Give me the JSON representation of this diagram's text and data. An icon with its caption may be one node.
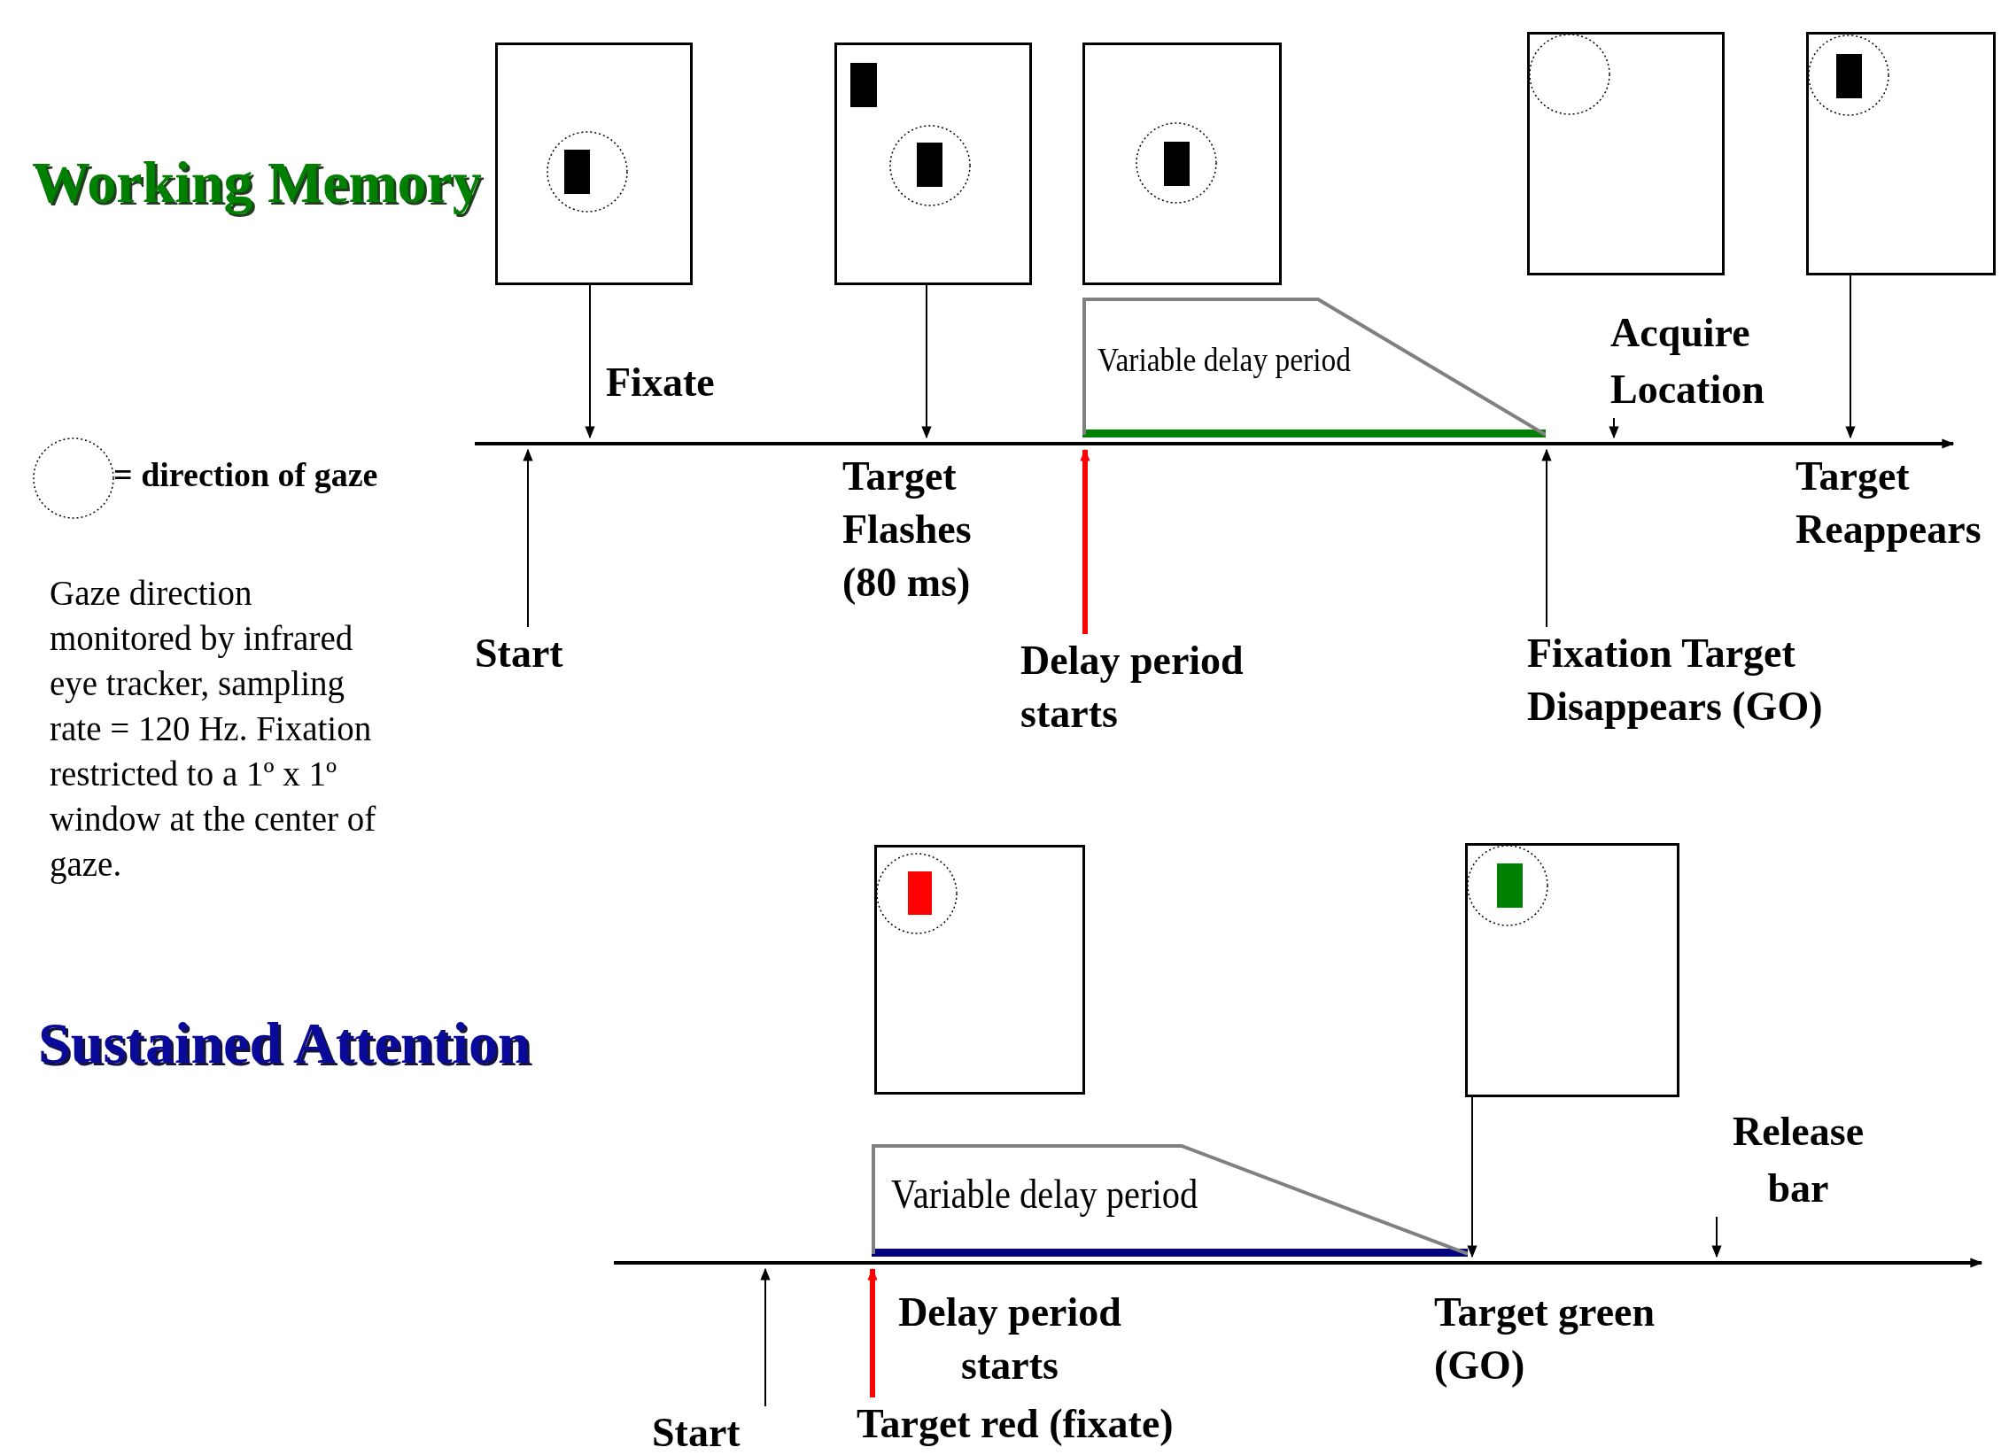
{
  "diagram": {
    "nodes": [
      {
        "text": [],
        "shape": "box"
      },
      {
        "text": [],
        "shape": "box"
      },
      {
        "text": [],
        "shape": "box"
      },
      {
        "text": [],
        "shape": "box"
      },
      {
        "text": [],
        "shape": "box"
      },
      {
        "text": [
          "Start"
        ]
      },
      {
        "text": [
          "Delay period starts"
        ]
      },
      {
        "text": [
          "Fixation Target Disappears (GO)"
        ]
      },
      {
        "text": [
          "Variable delay period"
        ]
      },
      {
        "text": [
          "Acquire Location"
        ]
      },
      {
        "text": [],
        "shape": "box"
      },
      {
        "text": [],
        "shape": "box"
      },
      {
        "text": [
          "Variable delay period"
        ]
      },
      {
        "text": [
          "Start"
        ]
      },
      {
        "text": [
          "Target red (fixate)"
        ]
      },
      {
        "text": [
          "Release bar"
        ]
      },
      {
        "text": [],
        "shape": "line"
      },
      {
        "text": [],
        "shape": "line"
      }
    ],
    "edges": [
      {
        "from": 0,
        "to": 16,
        "arrow": "to"
      },
      {
        "from": 1,
        "to": 16,
        "arrow": "to"
      },
      {
        "from": 4,
        "to": 16,
        "arrow": "to"
      },
      {
        "from": 9,
        "to": 16,
        "arrow": "to"
      },
      {
        "from": 5,
        "to": 16,
        "arrow": "to"
      },
      {
        "from": 6,
        "to": 16,
        "arrow": "to",
        "style": "thick",
        "color": "#ff0000"
      },
      {
        "from": 7,
        "to": 16,
        "arrow": "to"
      },
      {
        "from": 11,
        "to": 17,
        "arrow": "to"
      },
      {
        "from": 15,
        "to": 17,
        "arrow": "to"
      },
      {
        "from": 13,
        "to": 17,
        "arrow": "to"
      },
      {
        "from": 14,
        "to": 17,
        "arrow": "to",
        "style": "thick",
        "color": "#ff0000"
      }
    ],
    "labels": [
      "Working Memory",
      "Fixate",
      "Target Flashes (80 ms)",
      "Target Reappears",
      "Gaze direction monitored by infrared eye tracker, sampling rate = 120 Hz. Fixation restricted to a 1º x 1º window at the center of gaze.",
      "Sustained Attention",
      "Delay period starts",
      "Target green (GO)"
    ],
    "legend": [
      {
        "text": "= direction of gaze"
      }
    ]
  }
}
